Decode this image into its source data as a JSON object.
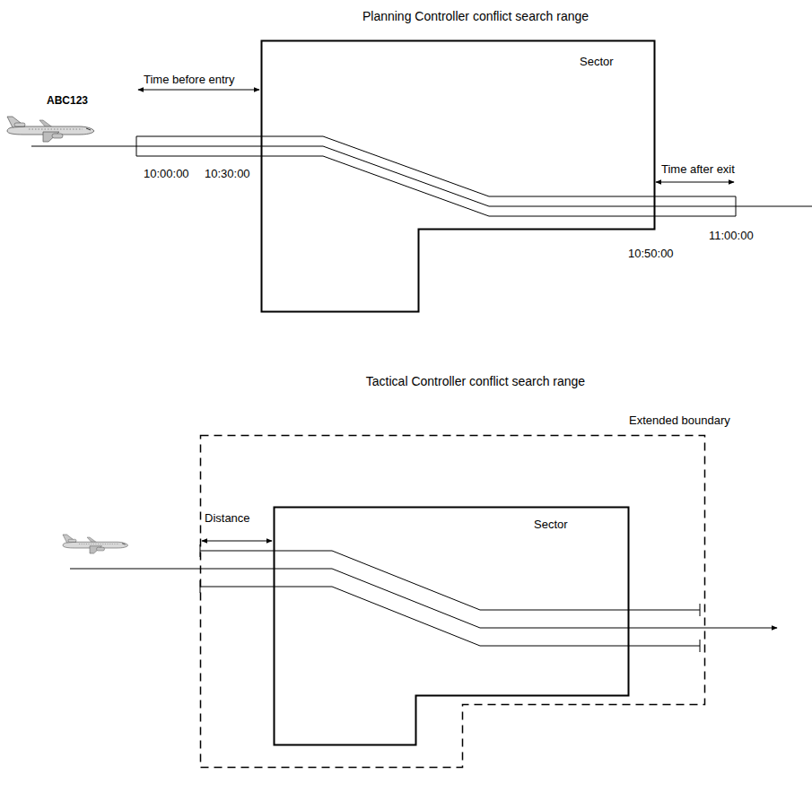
{
  "diagram": {
    "nodes": [
      {
        "text": [
          "Sector"
        ]
      },
      {
        "text": [
          "Extended boundary"
        ]
      },
      {
        "text": [
          "Sector"
        ],
        "in": 1
      }
    ],
    "labels": [
      "Planning Controller conflict search range",
      "ABC123",
      "Time before entry",
      "10:00:00",
      "10:30:00",
      "Time after exit",
      "11:00:00",
      "10:50:00",
      "Tactical Controller conflict search range",
      "Distance"
    ]
  }
}
